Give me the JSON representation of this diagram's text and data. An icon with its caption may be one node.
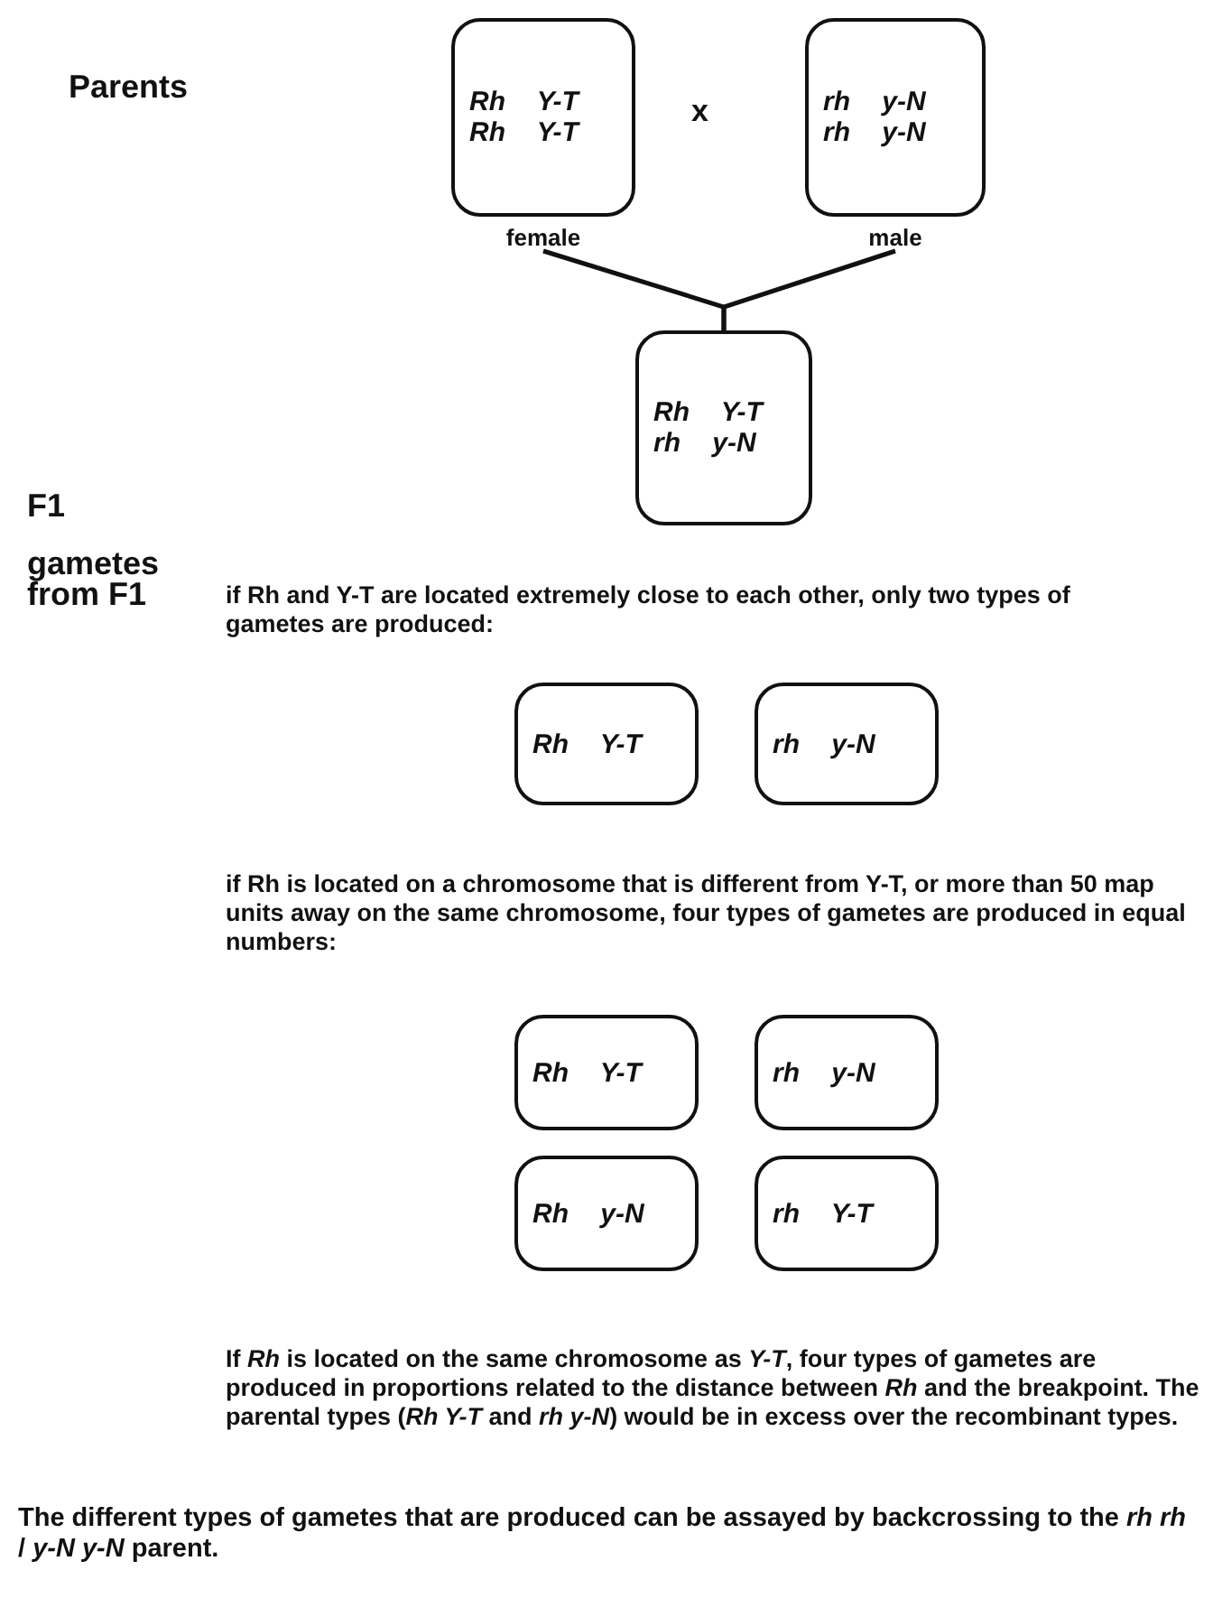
{
  "diagram": {
    "nodes": [
      {
        "text": [
          "Rh Y-T",
          "Rh Y-T"
        ],
        "beside": [
          "female"
        ]
      },
      {
        "text": [
          "rh y-N",
          "rh y-N"
        ],
        "beside": [
          "male"
        ]
      },
      {
        "text": [
          "Rh Y-T",
          "rh y-N"
        ]
      },
      {
        "text": [
          "Rh Y-T"
        ]
      },
      {
        "text": [
          "rh y-N"
        ]
      },
      {
        "text": [
          "Rh Y-T"
        ]
      },
      {
        "text": [
          "rh y-N"
        ]
      },
      {
        "text": [
          "Rh y-N"
        ]
      },
      {
        "text": [
          "rh Y-T"
        ]
      }
    ],
    "edges": [
      {
        "from": 0,
        "to": 2,
        "arrow": "none"
      },
      {
        "from": 1,
        "to": 2,
        "arrow": "none"
      }
    ],
    "labels": [
      "Parents",
      "x",
      "F1",
      "gametes from F1",
      "if Rh and Y-T are located extremely close to each other, only two types of gametes are produced:",
      "if Rh is located on a chromosome that is different from Y-T, or more than 50 map units away on the same chromosome, four types of gametes are produced in equal numbers:",
      "If *Rh* is located on the same chromosome as *Y-T*, four types of gametes are produced in proportions related to the distance between *Rh* and the breakpoint. The parental types (*Rh Y-T* and *rh y-N*) would be in excess over the recombinant types.",
      "The different types of gametes that are produced can be assayed by backcrossing to the *rh rh* / *y-N y-N* parent."
    ]
  }
}
